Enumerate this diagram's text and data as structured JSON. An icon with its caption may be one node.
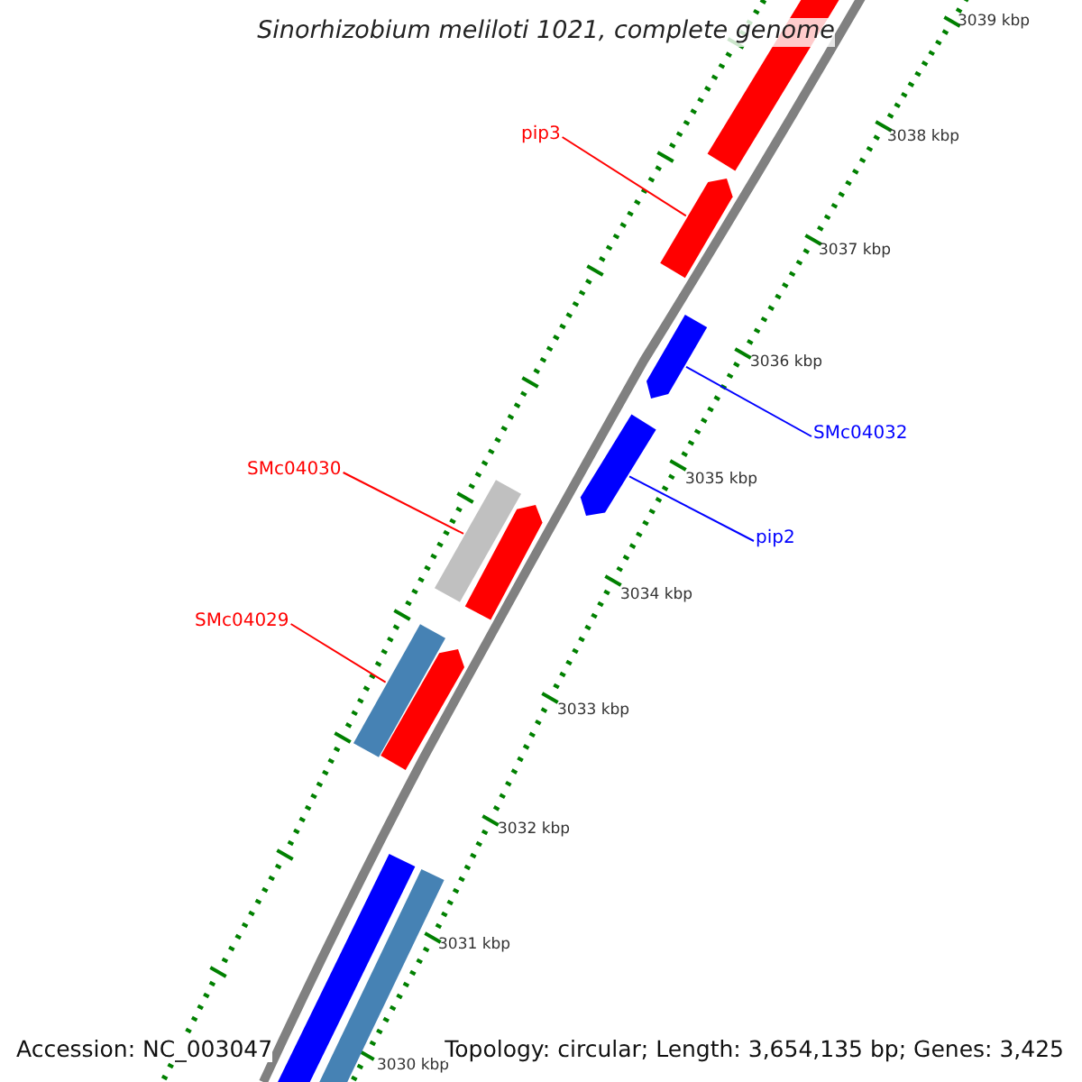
{
  "diagram": {
    "title": "Sinorhizobium meliloti 1021, complete genome",
    "nodes": [
      {
        "text": [],
        "shape": "bar"
      },
      {
        "text": [
          "pip3"
        ]
      },
      {
        "text": [],
        "shape": "bar"
      },
      {
        "text": [],
        "shape": "bar"
      },
      {
        "text": [
          "SMc04032"
        ]
      },
      {
        "text": [],
        "shape": "bar"
      },
      {
        "text": [
          "SMc04030"
        ]
      },
      {
        "text": [],
        "shape": "bar"
      },
      {
        "text": [],
        "shape": "bar"
      },
      {
        "text": [
          "pip2"
        ]
      },
      {
        "text": [
          "SMc04029"
        ]
      },
      {
        "text": [],
        "shape": "bar"
      },
      {
        "text": [],
        "shape": "bar"
      },
      {
        "text": [],
        "shape": "bar"
      },
      {
        "text": [],
        "shape": "bar"
      }
    ],
    "edges": [
      {
        "from": 1,
        "to": 2,
        "arrow": "none"
      },
      {
        "from": 4,
        "to": 3,
        "arrow": "none",
        "color": "#0000ff"
      },
      {
        "from": 6,
        "to": 7,
        "arrow": "none"
      },
      {
        "from": 9,
        "to": 5,
        "arrow": "none",
        "color": "#0000ff"
      },
      {
        "from": 10,
        "to": 11,
        "arrow": "none"
      }
    ],
    "labels": [
      "3039 kbp",
      "3038 kbp",
      "3037 kbp",
      "3036 kbp",
      "3035 kbp",
      "3034 kbp",
      "3033 kbp",
      "3032 kbp",
      "3031 kbp",
      "3030 kbp",
      "Accession: NC_003047",
      "Topology: circular; Length: 3,654,135 bp; Genes: 3,425"
    ]
  }
}
